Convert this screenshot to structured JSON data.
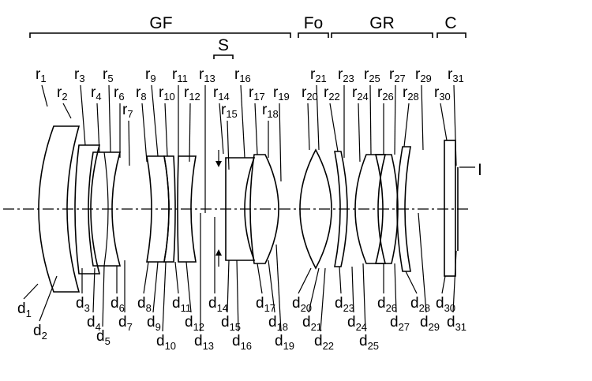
{
  "groups": {
    "gf": "GF",
    "s": "S",
    "fo": "Fo",
    "gr": "GR",
    "c": "C"
  },
  "image_plane_label": "I",
  "r_labels": [
    {
      "base": "r",
      "sub": "1"
    },
    {
      "base": "r",
      "sub": "2"
    },
    {
      "base": "r",
      "sub": "3"
    },
    {
      "base": "r",
      "sub": "4"
    },
    {
      "base": "r",
      "sub": "5"
    },
    {
      "base": "r",
      "sub": "6"
    },
    {
      "base": "r",
      "sub": "7"
    },
    {
      "base": "r",
      "sub": "8"
    },
    {
      "base": "r",
      "sub": "9"
    },
    {
      "base": "r",
      "sub": "10"
    },
    {
      "base": "r",
      "sub": "11"
    },
    {
      "base": "r",
      "sub": "12"
    },
    {
      "base": "r",
      "sub": "13"
    },
    {
      "base": "r",
      "sub": "14"
    },
    {
      "base": "r",
      "sub": "15"
    },
    {
      "base": "r",
      "sub": "16"
    },
    {
      "base": "r",
      "sub": "17"
    },
    {
      "base": "r",
      "sub": "18"
    },
    {
      "base": "r",
      "sub": "19"
    },
    {
      "base": "r",
      "sub": "20"
    },
    {
      "base": "r",
      "sub": "21"
    },
    {
      "base": "r",
      "sub": "22"
    },
    {
      "base": "r",
      "sub": "23"
    },
    {
      "base": "r",
      "sub": "24"
    },
    {
      "base": "r",
      "sub": "25"
    },
    {
      "base": "r",
      "sub": "26"
    },
    {
      "base": "r",
      "sub": "27"
    },
    {
      "base": "r",
      "sub": "28"
    },
    {
      "base": "r",
      "sub": "29"
    },
    {
      "base": "r",
      "sub": "30"
    },
    {
      "base": "r",
      "sub": "31"
    }
  ],
  "d_labels": [
    {
      "base": "d",
      "sub": "1"
    },
    {
      "base": "d",
      "sub": "2"
    },
    {
      "base": "d",
      "sub": "3"
    },
    {
      "base": "d",
      "sub": "4"
    },
    {
      "base": "d",
      "sub": "5"
    },
    {
      "base": "d",
      "sub": "6"
    },
    {
      "base": "d",
      "sub": "7"
    },
    {
      "base": "d",
      "sub": "8"
    },
    {
      "base": "d",
      "sub": "9"
    },
    {
      "base": "d",
      "sub": "10"
    },
    {
      "base": "d",
      "sub": "11"
    },
    {
      "base": "d",
      "sub": "12"
    },
    {
      "base": "d",
      "sub": "13"
    },
    {
      "base": "d",
      "sub": "14"
    },
    {
      "base": "d",
      "sub": "15"
    },
    {
      "base": "d",
      "sub": "16"
    },
    {
      "base": "d",
      "sub": "17"
    },
    {
      "base": "d",
      "sub": "18"
    },
    {
      "base": "d",
      "sub": "19"
    },
    {
      "base": "d",
      "sub": "20"
    },
    {
      "base": "d",
      "sub": "21"
    },
    {
      "base": "d",
      "sub": "22"
    },
    {
      "base": "d",
      "sub": "23"
    },
    {
      "base": "d",
      "sub": "24"
    },
    {
      "base": "d",
      "sub": "25"
    },
    {
      "base": "d",
      "sub": "26"
    },
    {
      "base": "d",
      "sub": "27"
    },
    {
      "base": "d",
      "sub": "28"
    },
    {
      "base": "d",
      "sub": "29"
    },
    {
      "base": "d",
      "sub": "30"
    },
    {
      "base": "d",
      "sub": "31"
    }
  ]
}
